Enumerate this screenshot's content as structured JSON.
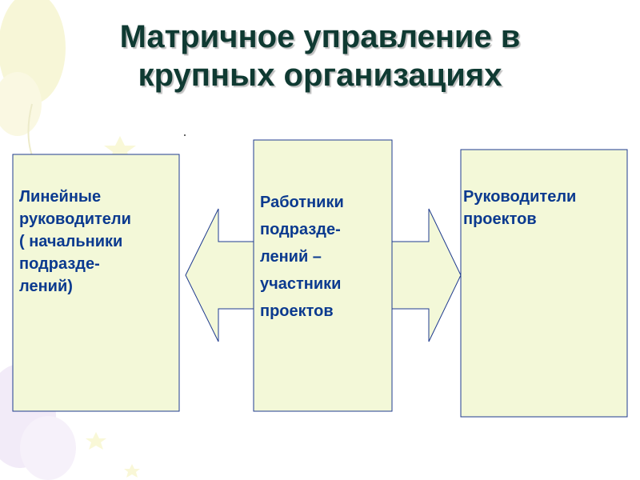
{
  "slide": {
    "title_lines": [
      "Матричное управление в",
      "крупных организациях"
    ]
  },
  "diagram": {
    "boxes": [
      {
        "id": "left",
        "lines": [
          "Линейные",
          "руководители",
          "( начальники",
          "подразде-",
          "лений)"
        ]
      },
      {
        "id": "middle",
        "lines": [
          "Работники",
          "подразде-",
          "лений –",
          "участники",
          "проектов"
        ]
      },
      {
        "id": "right",
        "lines": [
          "Руководители",
          "проектов"
        ]
      }
    ]
  },
  "colors": {
    "box_fill": "#f3f8d8",
    "box_border": "#1f3b8f",
    "arrow_fill": "#f3f8d8",
    "text_blue": "#0b3a8f",
    "title_color": "#0f3a32"
  }
}
